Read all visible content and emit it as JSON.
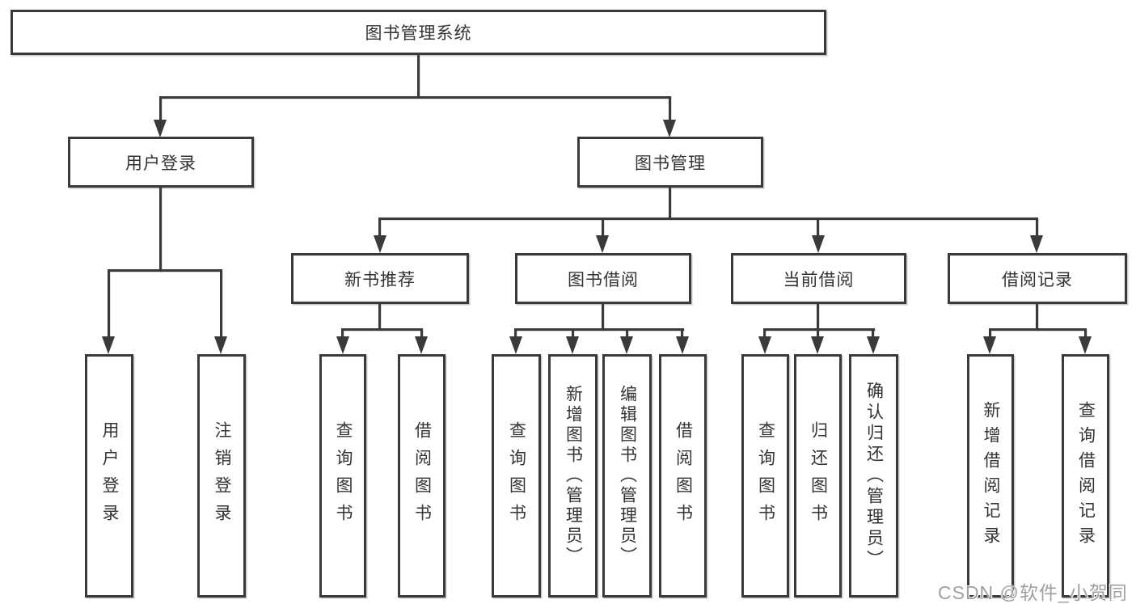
{
  "tree": {
    "root": {
      "label": "图书管理系统"
    },
    "branches": [
      {
        "label": "用户登录",
        "children": [
          {
            "label": "用户登录"
          },
          {
            "label": "注销登录"
          }
        ]
      },
      {
        "label": "图书管理",
        "groups": [
          {
            "label": "新书推荐",
            "children": [
              {
                "label": "查询图书"
              },
              {
                "label": "借阅图书"
              }
            ]
          },
          {
            "label": "图书借阅",
            "children": [
              {
                "label": "查询图书"
              },
              {
                "label": "新增图书（管理员）"
              },
              {
                "label": "编辑图书（管理员）"
              },
              {
                "label": "借阅图书"
              }
            ]
          },
          {
            "label": "当前借阅",
            "children": [
              {
                "label": "查询图书"
              },
              {
                "label": "归还图书"
              },
              {
                "label": "确认归还（管理员）"
              }
            ]
          },
          {
            "label": "借阅记录",
            "children": [
              {
                "label": "新增借阅记录"
              },
              {
                "label": "查询借阅记录"
              }
            ]
          }
        ]
      }
    ]
  },
  "watermark": {
    "text": "CSDN @软件_小贺同学"
  },
  "colors": {
    "line": "#3a3a3a",
    "text": "#333333",
    "watermark": "#a0a0a0",
    "background": "#ffffff"
  }
}
